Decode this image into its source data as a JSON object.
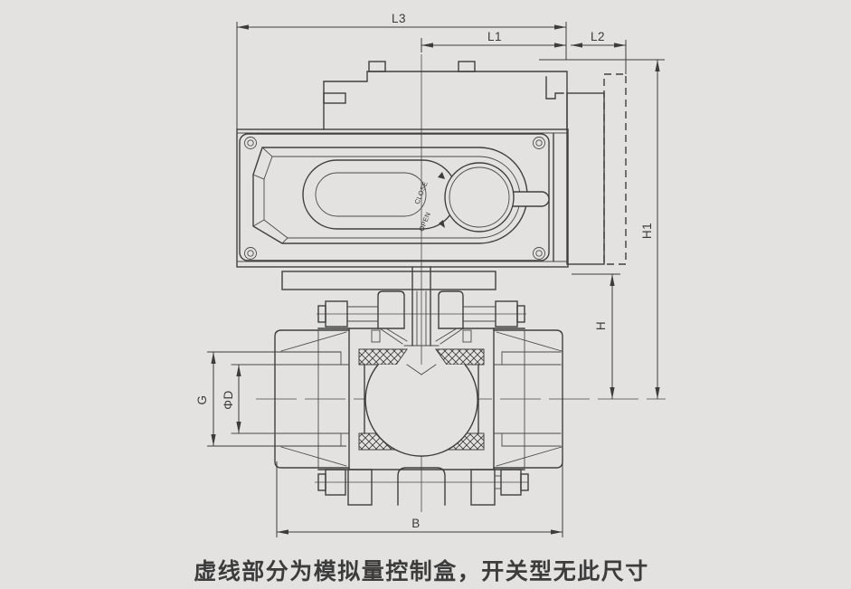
{
  "page": {
    "background_color": "#e3e2e0",
    "line_color": "#3f3f3f"
  },
  "drawing": {
    "subject": "electric-actuator ball valve dimensional drawing",
    "caption": "虚线部分为模拟量控制盒，开关型无此尺寸",
    "labels": {
      "l3": "L3",
      "l1": "L1",
      "l2": "L2",
      "h1": "H1",
      "h": "H",
      "g": "G",
      "phid": "ΦD",
      "b": "B"
    },
    "actuator_markings": {
      "close": "CLOSE",
      "open": "OPEN"
    }
  }
}
